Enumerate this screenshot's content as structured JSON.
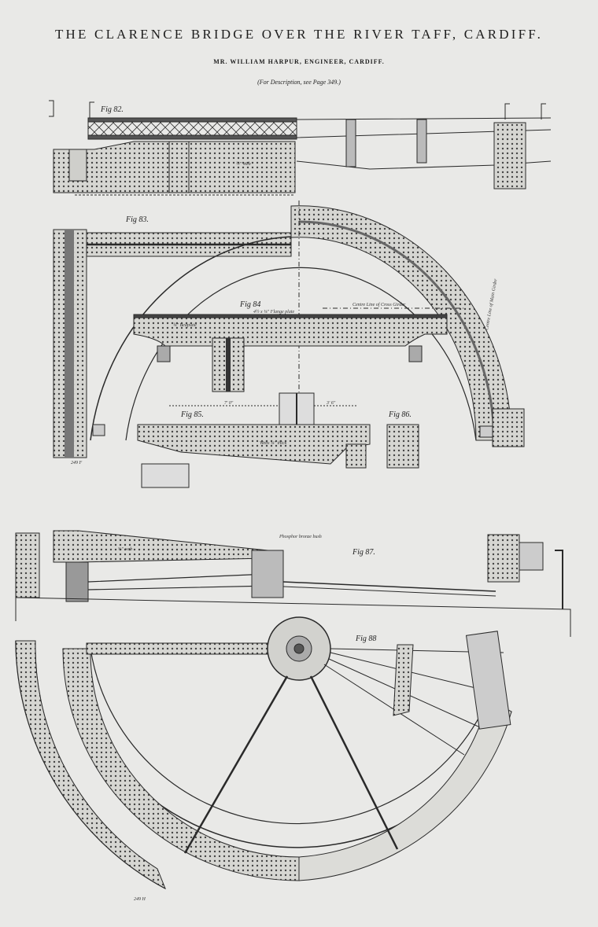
{
  "header": {
    "title": "THE CLARENCE BRIDGE OVER THE RIVER TAFF, CARDIFF.",
    "engineer": "MR. WILLIAM HARPUR, ENGINEER, CARDIFF.",
    "description_note": "(For Description, see Page 349.)"
  },
  "figures": {
    "fig82": "Fig 82.",
    "fig83": "Fig 83.",
    "fig84": "Fig 84",
    "fig85": "Fig 85.",
    "fig86": "Fig 86.",
    "fig87": "Fig 87.",
    "fig88": "Fig 88"
  },
  "annotations": {
    "cross_girder": "Centre Line of Cross Girder",
    "main_girder": "Centre Line of Main Girder",
    "web_half": "½\" Web",
    "flange_plate": "4½ x ⅜\" Flange plate",
    "bedplate": "¾\" Bedplate",
    "web_thick": "Webs ⅜\" thick",
    "dim_7ft": "7' 0\"",
    "dim_3ft": "3' 6\"",
    "web_58": "⅝\" web",
    "phosphor_bronze": "Phosphor bronze bush",
    "plate_num_1": "249 F",
    "plate_num_2": "249 H"
  }
}
